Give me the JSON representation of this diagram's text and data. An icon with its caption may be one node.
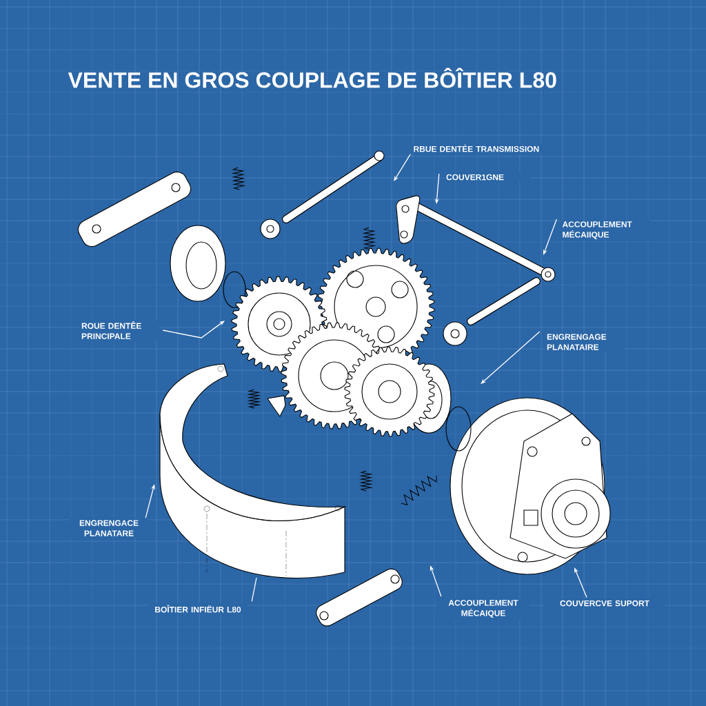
{
  "diagram": {
    "title": "VENTE EN GROS COUPLAGE DE BÔÎTIER L80",
    "nodes": [
      {
        "text": [
          "RBUE DENTÉE TRANSMISSION"
        ]
      },
      {
        "text": [
          "COUVER1GNE"
        ]
      },
      {
        "text": [
          "ACCOUPLEMENT MÉCAIIQUE"
        ]
      },
      {
        "text": [
          "ROUE DENTÊE PRINCIPALE"
        ]
      },
      {
        "text": [
          "ENGRENGAGE PLANATAIRE"
        ]
      },
      {
        "text": [
          "ENGRENGACE PLANATARE"
        ]
      },
      {
        "text": [
          "BOÎTIER INFIËUR L80"
        ]
      },
      {
        "text": [
          "ACCOUPLEMENT MÉCAIQUE"
        ]
      },
      {
        "text": [
          "COUVERCVE SUPORT"
        ]
      },
      {
        "text": [],
        "shape": "picture"
      },
      {
        "text": [],
        "shape": "picture"
      },
      {
        "text": [],
        "shape": "picture"
      },
      {
        "text": [],
        "shape": "picture"
      },
      {
        "text": [],
        "shape": "picture"
      }
    ],
    "edges": [
      {
        "from": 0,
        "to": 10,
        "arrow": "to"
      },
      {
        "from": 1,
        "to": 11,
        "arrow": "to"
      },
      {
        "from": 2,
        "to": 11,
        "arrow": "to"
      },
      {
        "from": 3,
        "to": 12,
        "arrow": "to"
      },
      {
        "from": 4,
        "to": null,
        "arrow": "to"
      },
      {
        "from": 5,
        "to": 9,
        "arrow": "to"
      },
      {
        "from": 6,
        "to": 9,
        "arrow": "none"
      },
      {
        "from": 7,
        "to": null,
        "arrow": "to"
      },
      {
        "from": 8,
        "to": 13,
        "arrow": "to"
      }
    ]
  }
}
